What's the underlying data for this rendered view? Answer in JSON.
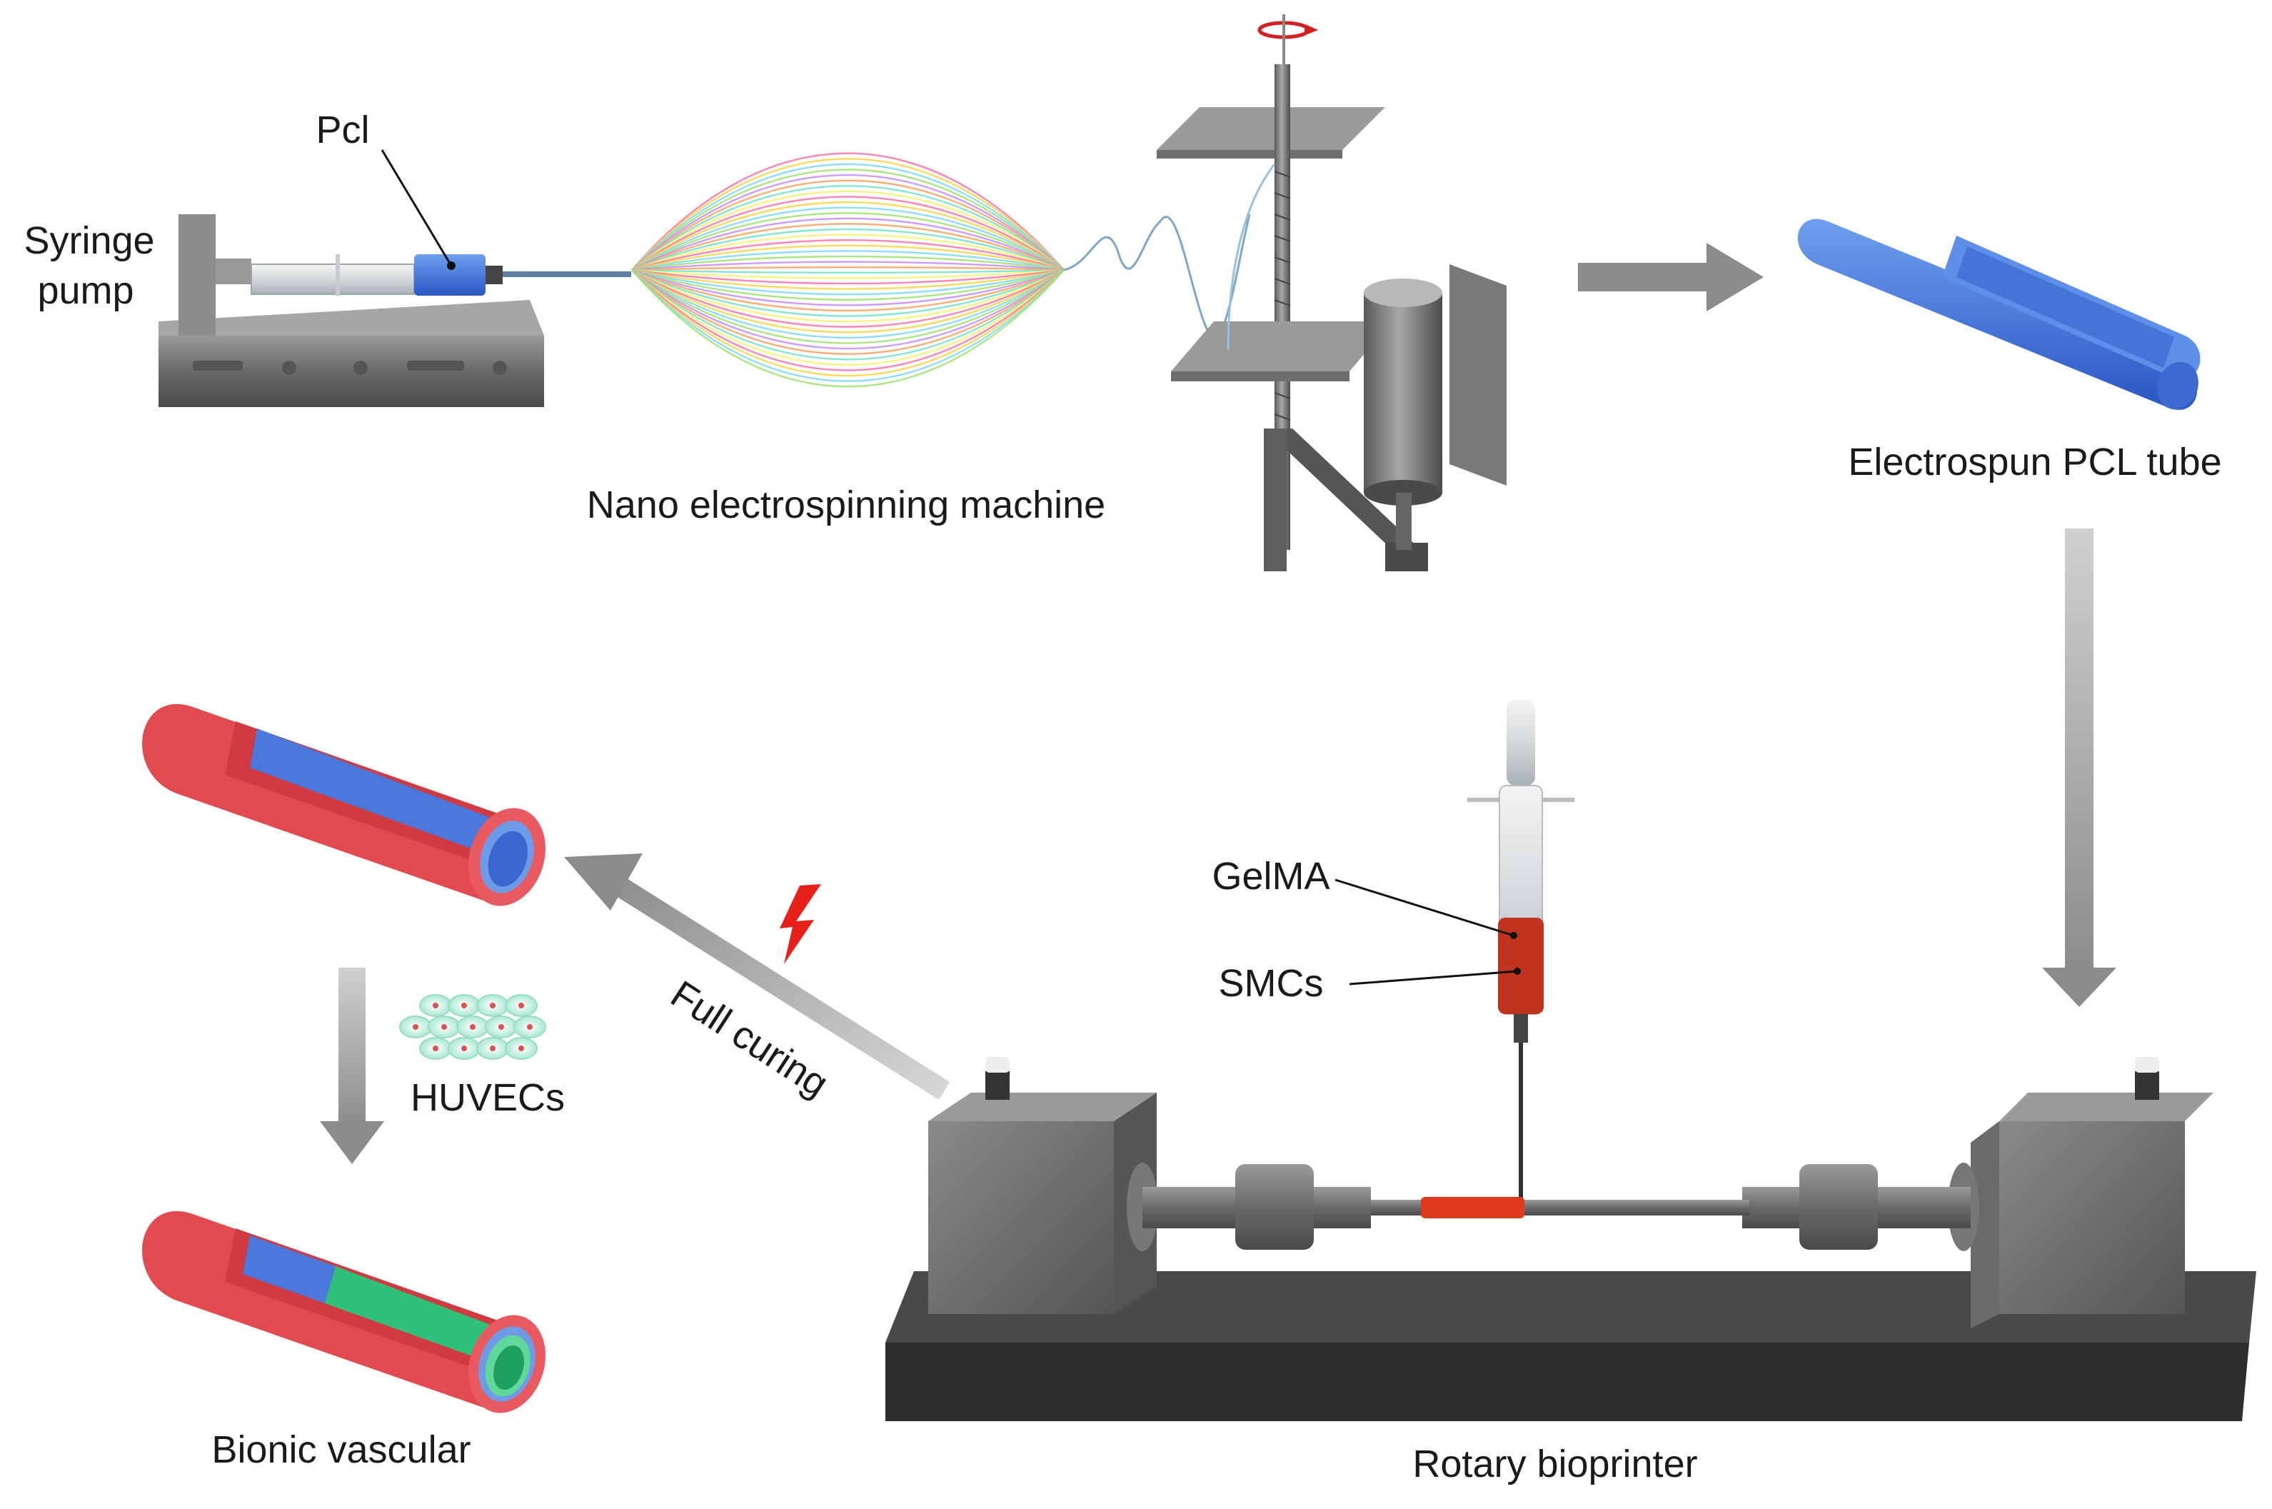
{
  "labels": {
    "pcl": "Pcl",
    "syringe_pump": [
      "Syringe",
      "pump"
    ],
    "nano_machine": "Nano electrospinning machine",
    "pcl_tube": "Electrospun PCL tube",
    "gelma": "GelMA",
    "smcs": "SMCs",
    "full_curing": "Full curing",
    "huvecs": "HUVECs",
    "bionic_vascular": "Bionic vascular",
    "rotary_bioprinter": "Rotary bioprinter"
  },
  "colors": {
    "arrow": "#8c8c8c",
    "machine_gray": "#6e6e6e",
    "dark_base": "#3d3d3d",
    "pcl_blue": "#3f6fd8",
    "vessel_red": "#e24a50",
    "endothelium_green": "#2fc07a",
    "gelma_red": "#c0341f",
    "cure_red": "#e8201a"
  }
}
